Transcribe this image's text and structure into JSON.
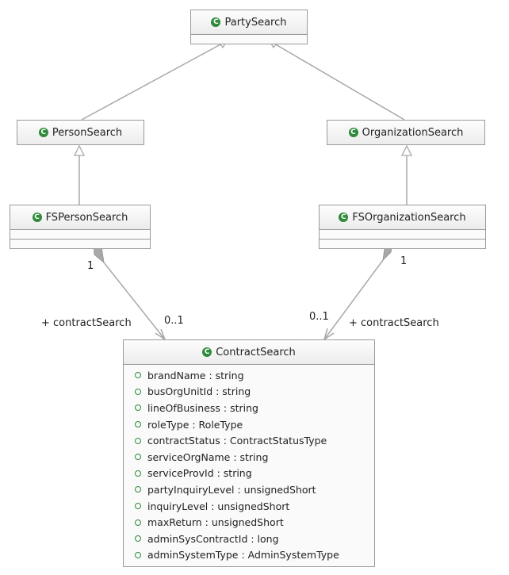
{
  "classes": {
    "party_search": {
      "name": "PartySearch"
    },
    "person_search": {
      "name": "PersonSearch"
    },
    "organization_search": {
      "name": "OrganizationSearch"
    },
    "fs_person_search": {
      "name": "FSPersonSearch"
    },
    "fs_organization_search": {
      "name": "FSOrganizationSearch"
    },
    "contract_search": {
      "name": "ContractSearch",
      "attributes": [
        "brandName : string",
        "busOrgUnitId : string",
        "lineOfBusiness : string",
        "roleType : RoleType",
        "contractStatus : ContractStatusType",
        "serviceOrgName : string",
        "serviceProvId : string",
        "partyInquiryLevel : unsignedShort",
        "inquiryLevel : unsignedShort",
        "maxReturn : unsignedShort",
        "adminSysContractId : long",
        "adminSystemType : AdminSystemType"
      ]
    }
  },
  "associations": {
    "left": {
      "source_multiplicity": "1",
      "target_multiplicity": "0..1",
      "role": "+ contractSearch"
    },
    "right": {
      "source_multiplicity": "1",
      "target_multiplicity": "0..1",
      "role": "+ contractSearch"
    }
  },
  "icons": {
    "class_icon": "class-icon",
    "attribute_icon": "public-attribute-icon",
    "class_icon_color": "#2f8a3a"
  }
}
